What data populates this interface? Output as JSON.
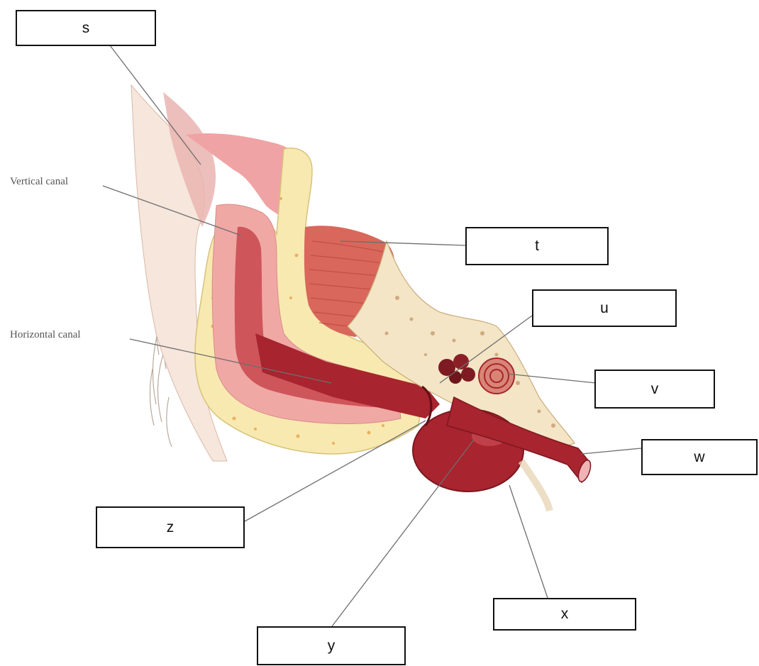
{
  "diagram": {
    "printed_labels": {
      "vertical_canal": "Vertical canal",
      "horizontal_canal": "Horizontal canal"
    },
    "answer_boxes": {
      "s": "s",
      "t": "t",
      "u": "u",
      "v": "v",
      "w": "w",
      "x": "x",
      "y": "y",
      "z": "z"
    }
  }
}
